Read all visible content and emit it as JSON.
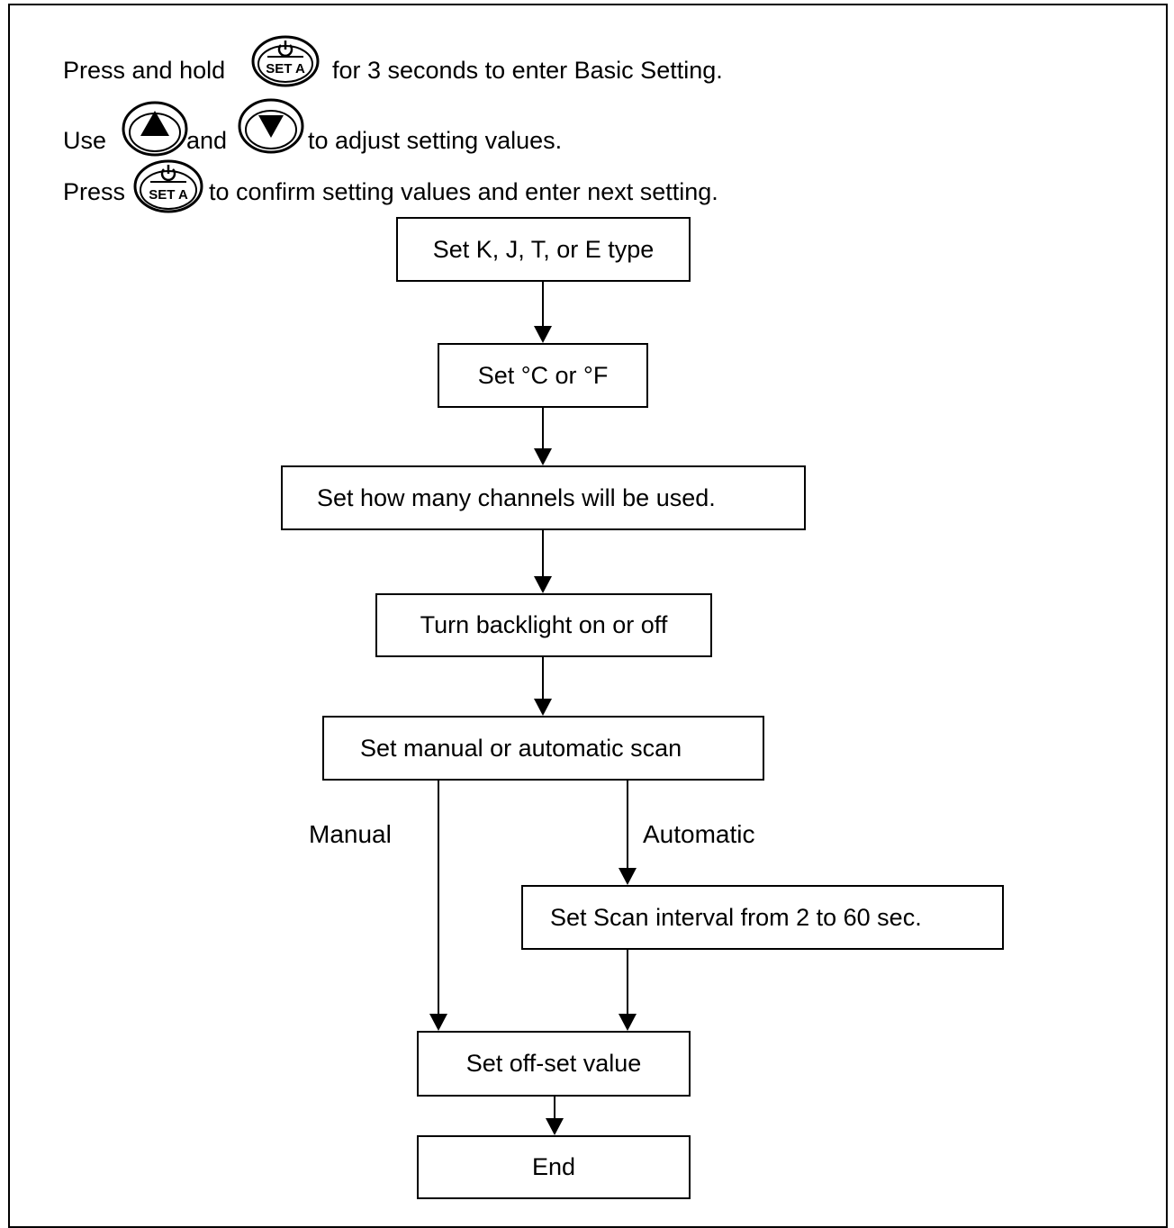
{
  "instructions": {
    "line1": {
      "before": "Press and hold",
      "after": "for 3 seconds to enter Basic Setting.",
      "icon": "set-a-power-button-icon"
    },
    "line2": {
      "before": "Use",
      "middle": "and",
      "after": "to adjust setting values.",
      "icon_up": "up-arrow-button-icon",
      "icon_down": "down-arrow-button-icon"
    },
    "line3": {
      "before": "Press",
      "after": "to confirm setting values and enter next setting.",
      "icon": "set-a-power-button-icon"
    },
    "button_label": "SET A"
  },
  "flow": {
    "step_type": "Set K, J, T, or E type",
    "step_unit": "Set °C or °F",
    "step_channels": "Set how many channels will be used.",
    "step_backlight": "Turn backlight on or off",
    "step_scan": "Set manual or automatic scan",
    "label_manual": "Manual",
    "label_automatic": "Automatic",
    "step_interval": "Set Scan interval from 2 to 60 sec.",
    "step_offset": "Set off-set value",
    "step_end": "End"
  }
}
